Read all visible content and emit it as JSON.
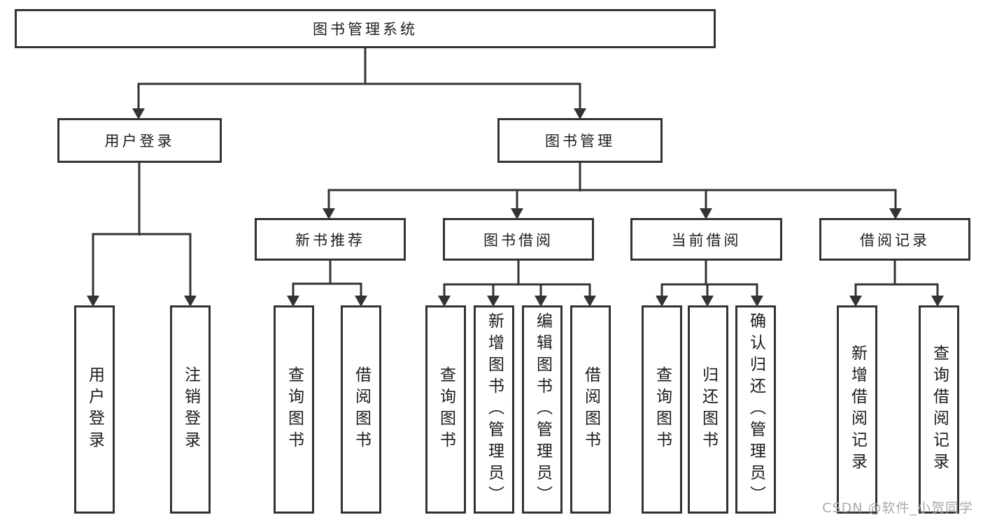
{
  "diagram_title": "图书管理系统",
  "colors": {
    "line": "#333333",
    "text": "#1c1c1c",
    "watermark": "#a9a9a9",
    "background": "#ffffff"
  },
  "nodes": {
    "root": {
      "label": "图书管理系统"
    },
    "user_login": {
      "label": "用户登录"
    },
    "book_management": {
      "label": "图书管理"
    },
    "new_book_recommend": {
      "label": "新书推荐"
    },
    "book_borrowing": {
      "label": "图书借阅"
    },
    "current_borrowing": {
      "label": "当前借阅"
    },
    "borrowing_records": {
      "label": "借阅记录"
    }
  },
  "leaves": {
    "login": [
      "用户登录",
      "注销登录"
    ],
    "recommend": [
      "查询图书",
      "借阅图书"
    ],
    "borrow": [
      "查询图书",
      "新增图书（管理员）",
      "编辑图书（管理员）",
      "借阅图书"
    ],
    "current": [
      "查询图书",
      "归还图书",
      "确认归还（管理员）"
    ],
    "records": [
      "新增借阅记录",
      "查询借阅记录"
    ]
  },
  "watermark": "CSDN @软件_小贺同学"
}
